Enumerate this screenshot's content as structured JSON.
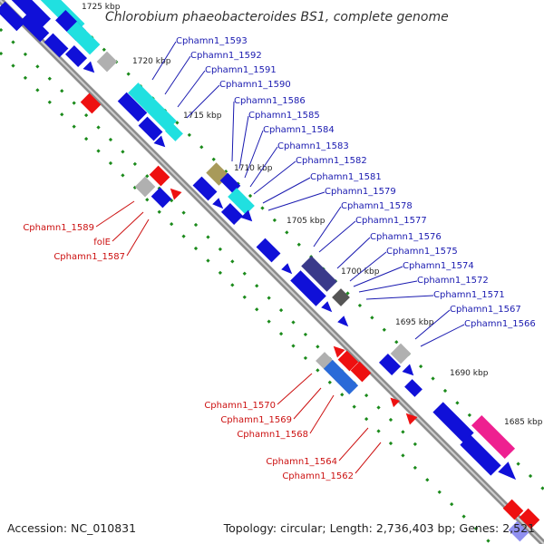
{
  "title": "Chlorobium phaeobacteroides BS1, complete genome",
  "footer": {
    "accession": "Accession: NC_010831",
    "topology": "Topology: circular; Length: 2,736,403 bp; Genes: 2,521"
  },
  "kbp_ticks": [
    "1725 kbp",
    "1720 kbp",
    "1715 kbp",
    "1710 kbp",
    "1705 kbp",
    "1700 kbp",
    "1695 kbp",
    "1690 kbp",
    "1685 kbp"
  ],
  "colors": {
    "forward_label": "#1a1ab0",
    "reverse_label": "#cc1010",
    "backbone": "#8c8c8c",
    "dots": "#1a8a1a",
    "gene_blue": "#1010d8",
    "gene_cyan": "#20e0e0",
    "gene_red": "#ee1010",
    "gene_grey": "#b0b0b0",
    "gene_olive": "#a89a5a",
    "gene_indigo": "#3a3a8a",
    "gene_magenta": "#ee2090"
  },
  "forward_labels": [
    "Cphamn1_1593",
    "Cphamn1_1592",
    "Cphamn1_1591",
    "Cphamn1_1590",
    "Cphamn1_1586",
    "Cphamn1_1585",
    "Cphamn1_1584",
    "Cphamn1_1583",
    "Cphamn1_1582",
    "Cphamn1_1581",
    "Cphamn1_1579",
    "Cphamn1_1578",
    "Cphamn1_1577",
    "Cphamn1_1576",
    "Cphamn1_1575",
    "Cphamn1_1574",
    "Cphamn1_1572",
    "Cphamn1_1571",
    "Cphamn1_1567",
    "Cphamn1_1566"
  ],
  "reverse_labels": [
    "Cphamn1_1589",
    "folE",
    "Cphamn1_1587",
    "Cphamn1_1570",
    "Cphamn1_1569",
    "Cphamn1_1568",
    "Cphamn1_1564",
    "Cphamn1_1562"
  ]
}
